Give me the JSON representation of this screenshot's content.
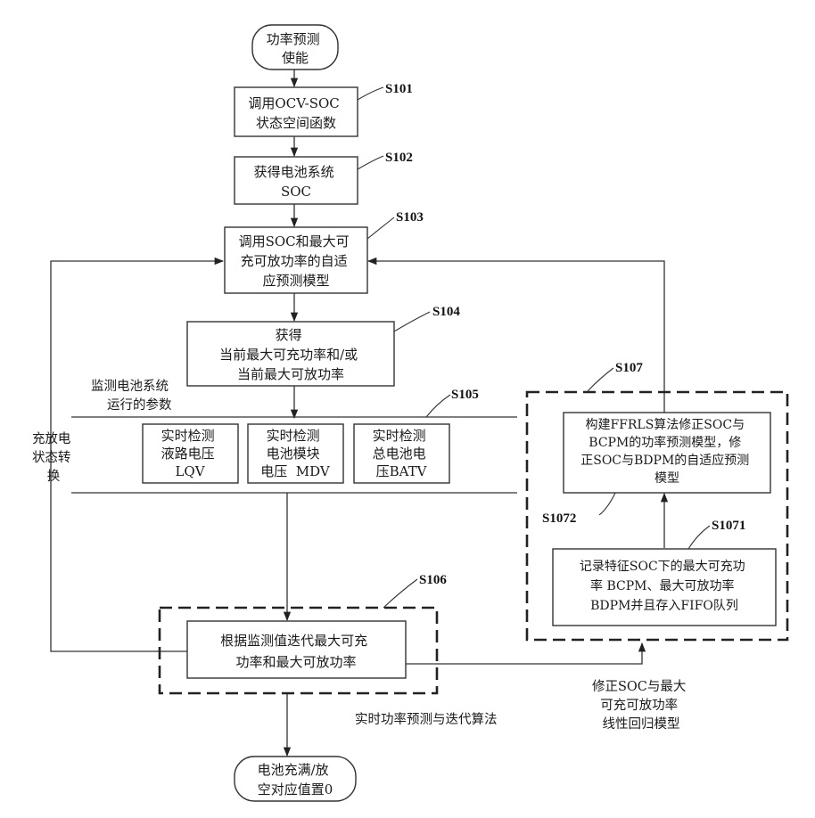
{
  "nodes": {
    "start": [
      "功率预测",
      "使能"
    ],
    "s101": [
      "调用OCV-SOC",
      "状态空间函数"
    ],
    "s102": [
      "获得电池系统",
      "SOC"
    ],
    "s103": [
      "调用SOC和最大可",
      "充可放功率的自适",
      "应预测模型"
    ],
    "s104": [
      "获得",
      "当前最大可充功率和/或",
      "当前最大可放功率"
    ],
    "s105a": [
      "实时检测",
      "液路电压",
      "LQV"
    ],
    "s105b": [
      "实时检测",
      "电池模块",
      "电压  MDV"
    ],
    "s105c": [
      "实时检测",
      "总电池电",
      "压BATV"
    ],
    "s106": [
      "根据监测值迭代最大可充",
      "功率和最大可放功率"
    ],
    "s1072": [
      "构建FFRLS算法修正SOC与",
      "BCPM的功率预测模型，修",
      "正SOC与BDPM的自适应预测",
      "模型"
    ],
    "s1071": [
      "记录特征SOC下的最大可充功",
      "率 BCPM、最大可放功率",
      "BDPM并且存入FIFO队列"
    ],
    "end": [
      "电池充满/放",
      "空对应值置0"
    ]
  },
  "labels": {
    "monitor": [
      "监测电池系统",
      "运行的参数"
    ],
    "charge_switch": [
      "充放电",
      "状态转",
      "换"
    ],
    "regression": [
      "修正SOC与最大",
      "可充可放功率",
      "线性回归模型"
    ],
    "realtime": "实时功率预测与迭代算法"
  },
  "steps": {
    "s101": "S101",
    "s102": "S102",
    "s103": "S103",
    "s104": "S104",
    "s105": "S105",
    "s106": "S106",
    "s107": "S107",
    "s1071": "S1071",
    "s1072": "S1072"
  }
}
